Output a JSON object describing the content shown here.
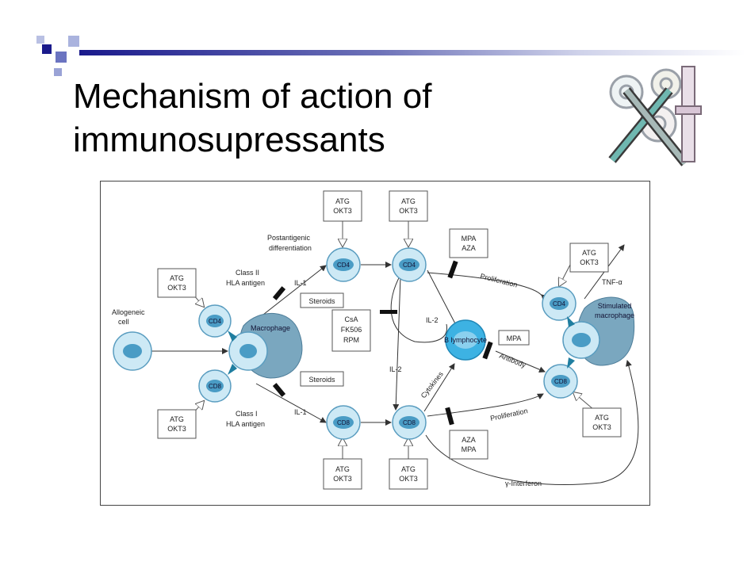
{
  "slide": {
    "title_lines": [
      "Mechanism of action of",
      "immunosupressants"
    ]
  },
  "colors": {
    "logo_dark": "#1a1a8c",
    "logo_mid": "#6b74c1",
    "logo_light": "#aab3de",
    "cell_light": "#cde9f5",
    "cell_core": "#4a9cc5",
    "macrophage": "#7aa7bf",
    "b_lymphocyte": "#3db2e3",
    "antigen": "#1f7ea0"
  },
  "diagram": {
    "drug_boxes": {
      "atg_okt3": [
        "ATG",
        "OKT3"
      ],
      "mpa_aza": [
        "MPA",
        "AZA"
      ],
      "aza_mpa": [
        "AZA",
        "MPA"
      ],
      "csa": [
        "CsA",
        "FK506",
        "RPM"
      ],
      "steroids": "Steroids",
      "mpa": "MPA"
    },
    "cells": {
      "cd4": "CD4",
      "cd8": "CD8",
      "macrophage": "Macrophage",
      "b_lymphocyte": "B lymphocyte",
      "stimulated_macrophage": [
        "Stimulated",
        "macrophage"
      ]
    },
    "labels": {
      "allogeneic": [
        "Allogeneic",
        "cell"
      ],
      "class2": [
        "Class II",
        "HLA antigen"
      ],
      "class1": [
        "Class I",
        "HLA antigen"
      ],
      "postantigenic": [
        "Postantigenic",
        "differentiation"
      ],
      "il1": "IL-1",
      "il2": "IL-2",
      "proliferation": "Proliferation",
      "antibody": "Antibody",
      "cytokines": "Cytokines",
      "tnf": "TNF-α",
      "interferon": "γ-Interferon"
    }
  }
}
